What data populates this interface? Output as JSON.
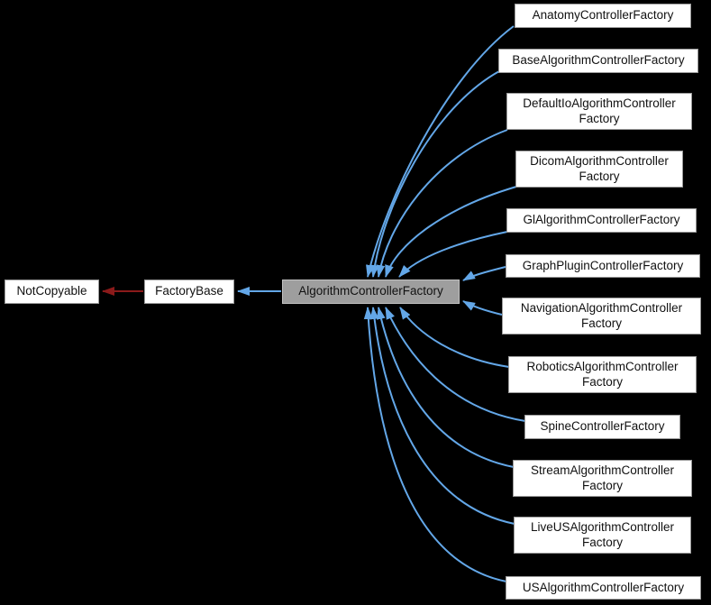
{
  "diagram": {
    "kind": "class-inheritance-graph",
    "nodes": [
      {
        "id": "NotCopyable",
        "label": "NotCopyable",
        "role": "base"
      },
      {
        "id": "FactoryBase",
        "label": "FactoryBase",
        "role": "base"
      },
      {
        "id": "AlgorithmControllerFactory",
        "label": "AlgorithmControllerFactory",
        "role": "focus"
      },
      {
        "id": "AnatomyControllerFactory",
        "label": "AnatomyControllerFactory",
        "role": "derived"
      },
      {
        "id": "BaseAlgorithmControllerFactory",
        "label": "BaseAlgorithmControllerFactory",
        "role": "derived"
      },
      {
        "id": "DefaultIoAlgorithmControllerFactory",
        "label": "DefaultIoAlgorithmController Factory",
        "role": "derived"
      },
      {
        "id": "DicomAlgorithmControllerFactory",
        "label": "DicomAlgorithmController Factory",
        "role": "derived"
      },
      {
        "id": "GlAlgorithmControllerFactory",
        "label": "GlAlgorithmControllerFactory",
        "role": "derived"
      },
      {
        "id": "GraphPluginControllerFactory",
        "label": "GraphPluginControllerFactory",
        "role": "derived"
      },
      {
        "id": "NavigationAlgorithmControllerFactory",
        "label": "NavigationAlgorithmController Factory",
        "role": "derived"
      },
      {
        "id": "RoboticsAlgorithmControllerFactory",
        "label": "RoboticsAlgorithmController Factory",
        "role": "derived"
      },
      {
        "id": "SpineControllerFactory",
        "label": "SpineControllerFactory",
        "role": "derived"
      },
      {
        "id": "StreamAlgorithmControllerFactory",
        "label": "StreamAlgorithmController Factory",
        "role": "derived"
      },
      {
        "id": "LiveUSAlgorithmControllerFactory",
        "label": "LiveUSAlgorithmController Factory",
        "role": "derived"
      },
      {
        "id": "USAlgorithmControllerFactory",
        "label": "USAlgorithmControllerFactory",
        "role": "derived"
      }
    ],
    "edges": [
      {
        "from": "FactoryBase",
        "to": "NotCopyable",
        "color": "red"
      },
      {
        "from": "AlgorithmControllerFactory",
        "to": "FactoryBase",
        "color": "blue"
      },
      {
        "from": "AnatomyControllerFactory",
        "to": "AlgorithmControllerFactory",
        "color": "blue"
      },
      {
        "from": "BaseAlgorithmControllerFactory",
        "to": "AlgorithmControllerFactory",
        "color": "blue"
      },
      {
        "from": "DefaultIoAlgorithmControllerFactory",
        "to": "AlgorithmControllerFactory",
        "color": "blue"
      },
      {
        "from": "DicomAlgorithmControllerFactory",
        "to": "AlgorithmControllerFactory",
        "color": "blue"
      },
      {
        "from": "GlAlgorithmControllerFactory",
        "to": "AlgorithmControllerFactory",
        "color": "blue"
      },
      {
        "from": "GraphPluginControllerFactory",
        "to": "AlgorithmControllerFactory",
        "color": "blue"
      },
      {
        "from": "NavigationAlgorithmControllerFactory",
        "to": "AlgorithmControllerFactory",
        "color": "blue"
      },
      {
        "from": "RoboticsAlgorithmControllerFactory",
        "to": "AlgorithmControllerFactory",
        "color": "blue"
      },
      {
        "from": "SpineControllerFactory",
        "to": "AlgorithmControllerFactory",
        "color": "blue"
      },
      {
        "from": "StreamAlgorithmControllerFactory",
        "to": "AlgorithmControllerFactory",
        "color": "blue"
      },
      {
        "from": "LiveUSAlgorithmControllerFactory",
        "to": "AlgorithmControllerFactory",
        "color": "blue"
      },
      {
        "from": "USAlgorithmControllerFactory",
        "to": "AlgorithmControllerFactory",
        "color": "blue"
      }
    ],
    "colors": {
      "background": "#000000",
      "node_fill": "#ffffff",
      "node_border": "#9b9b9b",
      "focus_fill": "#9e9e9e",
      "focus_border": "#c2c2c2",
      "text": "#111111",
      "edge_blue": "#63a7e8",
      "edge_red": "#8b1a1a"
    }
  }
}
